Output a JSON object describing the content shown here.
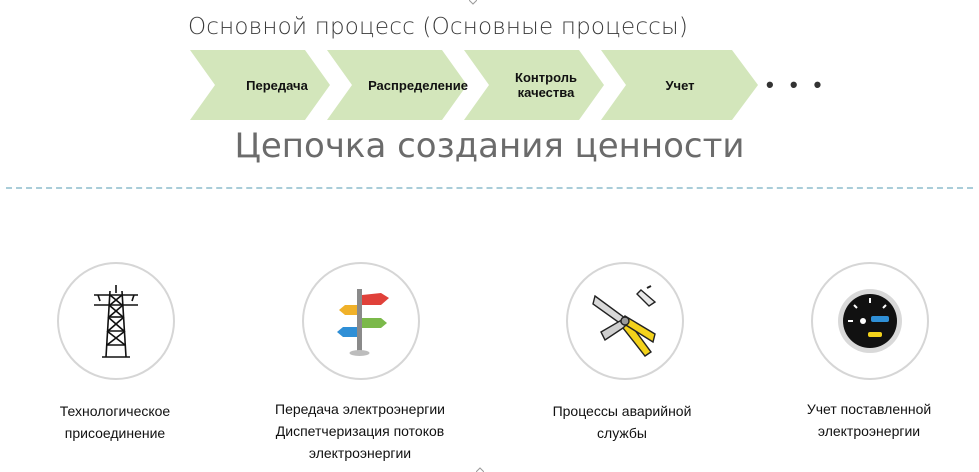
{
  "header": {
    "title": "Основной процесс (Основные процессы)"
  },
  "process_steps": [
    {
      "label": "Передача"
    },
    {
      "label": "Распределение"
    },
    {
      "label": "Контроль\nкачества"
    },
    {
      "label": "Учет"
    }
  ],
  "more_indicator": "• • •",
  "chain_title": "Цепочка создания ценности",
  "colors": {
    "chevron_fill": "#d3e6bb",
    "divider": "#a9cdd9",
    "circle_border": "#d6d6d6"
  },
  "cards": [
    {
      "icon": "power-tower-icon",
      "label": "Технологическое\nприсоединение"
    },
    {
      "icon": "signpost-icon",
      "label": "Передача электроэнергии\nДиспетчеризация потоков\nэлектроэнергии"
    },
    {
      "icon": "pliers-icon",
      "label": "Процессы аварийной\nслужбы"
    },
    {
      "icon": "meter-gauge-icon",
      "label": "Учет поставленной\nэлектроэнергии"
    }
  ]
}
